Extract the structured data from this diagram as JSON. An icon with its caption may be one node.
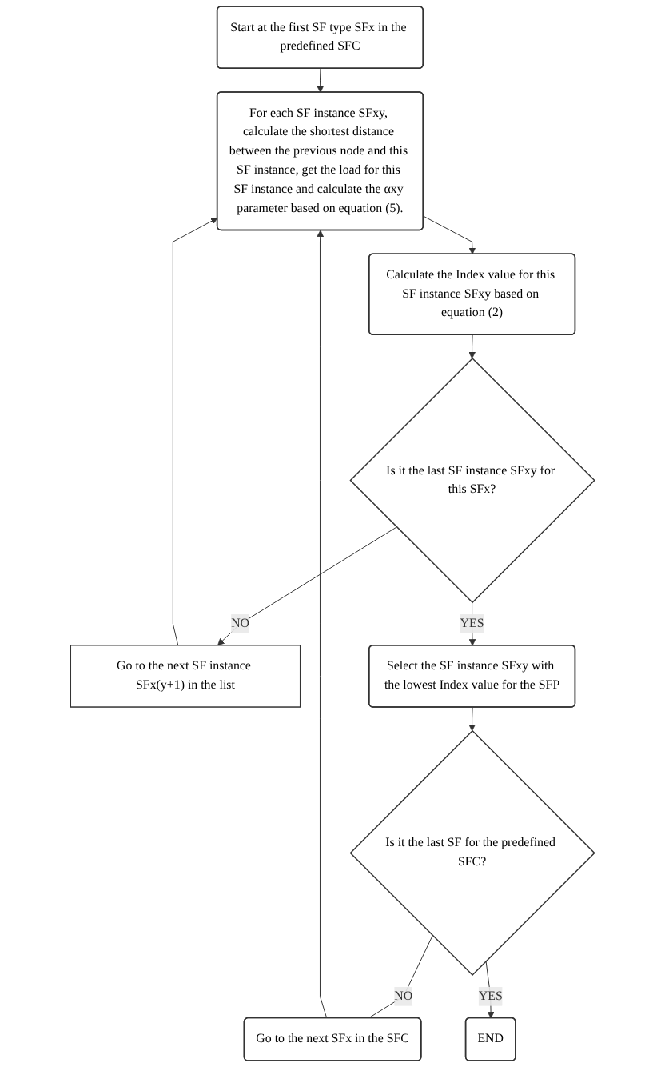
{
  "diagram": {
    "nodes": [
      {
        "text": [
          "Start at the first SF type SFx in the predefined SFC"
        ]
      },
      {
        "text": [
          "For each SF instance SFxy, calculate the shortest distance between the previous node and this SF instance, get the load for this SF instance and calculate the αxy parameter based on equation (5)."
        ]
      },
      {
        "text": [
          "Calculate the Index value for this SF instance SFxy based on equation (2)"
        ]
      },
      {
        "text": [
          "Is it the last SF instance SFxy for this SFx?"
        ]
      },
      {
        "text": [
          "Go to the next SF instance SFx(y+1) in the list"
        ]
      },
      {
        "text": [
          "Select the SF instance SFxy with the lowest Index value for the SFP"
        ]
      },
      {
        "text": [
          "Is it the last SF for the predefined SFC?"
        ]
      },
      {
        "text": [
          "Go to the next SFx in the SFC"
        ]
      },
      {
        "text": [
          "END"
        ]
      }
    ],
    "edges": [
      {
        "from": 0,
        "to": 1,
        "arrow": "to"
      },
      {
        "from": 1,
        "to": 2,
        "arrow": "to"
      },
      {
        "from": 2,
        "to": 3,
        "arrow": "to"
      },
      {
        "from": 3,
        "to": 4,
        "arrow": "to",
        "label": "NO"
      },
      {
        "from": 4,
        "to": 1,
        "arrow": "to"
      },
      {
        "from": 3,
        "to": 5,
        "arrow": "to",
        "label": "YES"
      },
      {
        "from": 5,
        "to": 6,
        "arrow": "to"
      },
      {
        "from": 6,
        "to": 7,
        "arrow": "none",
        "label": "NO"
      },
      {
        "from": 7,
        "to": 1,
        "arrow": "to"
      },
      {
        "from": 6,
        "to": 8,
        "arrow": "to",
        "label": "YES"
      }
    ]
  }
}
